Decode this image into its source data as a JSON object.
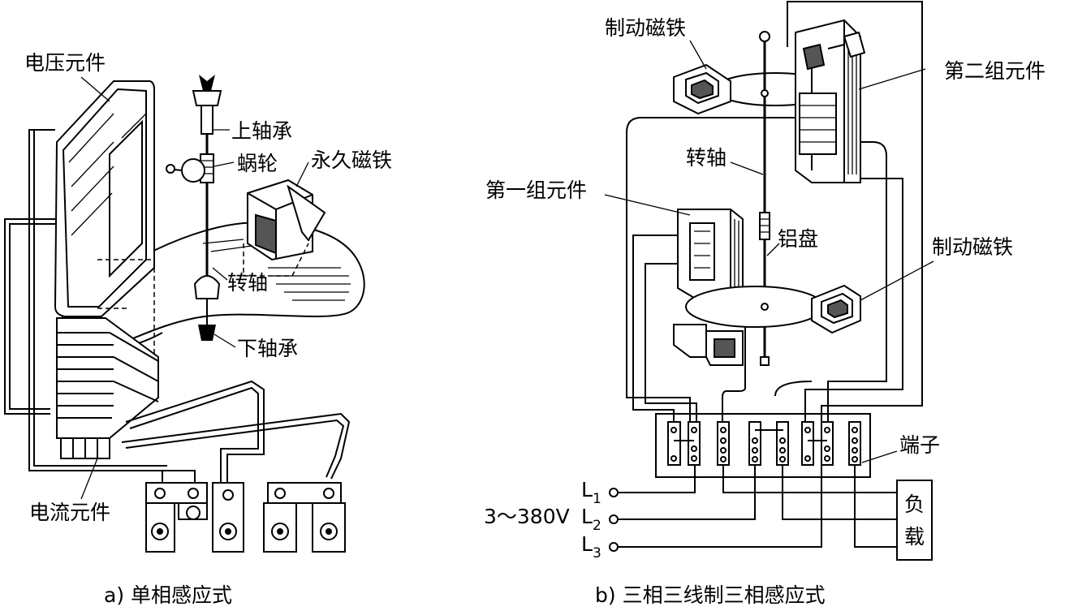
{
  "left_panel": {
    "caption": "a) 单相感应式",
    "labels": {
      "voltage_element": "电压元件",
      "upper_bearing": "上轴承",
      "worm_gear": "蜗轮",
      "permanent_magnet": "永久磁铁",
      "shaft": "转轴",
      "lower_bearing": "下轴承",
      "current_element": "电流元件"
    }
  },
  "right_panel": {
    "caption": "b) 三相三线制三相感应式",
    "labels": {
      "brake_magnet_top": "制动磁铁",
      "second_group": "第二组元件",
      "shaft": "转轴",
      "first_group": "第一组元件",
      "aluminum_disc": "铝盘",
      "brake_magnet_right": "制动磁铁",
      "terminals": "端子",
      "load_line1": "负",
      "load_line2": "载",
      "voltage": "3～380V",
      "phase_letter": "L",
      "phase1_sub": "1",
      "phase2_sub": "2",
      "phase3_sub": "3"
    }
  }
}
